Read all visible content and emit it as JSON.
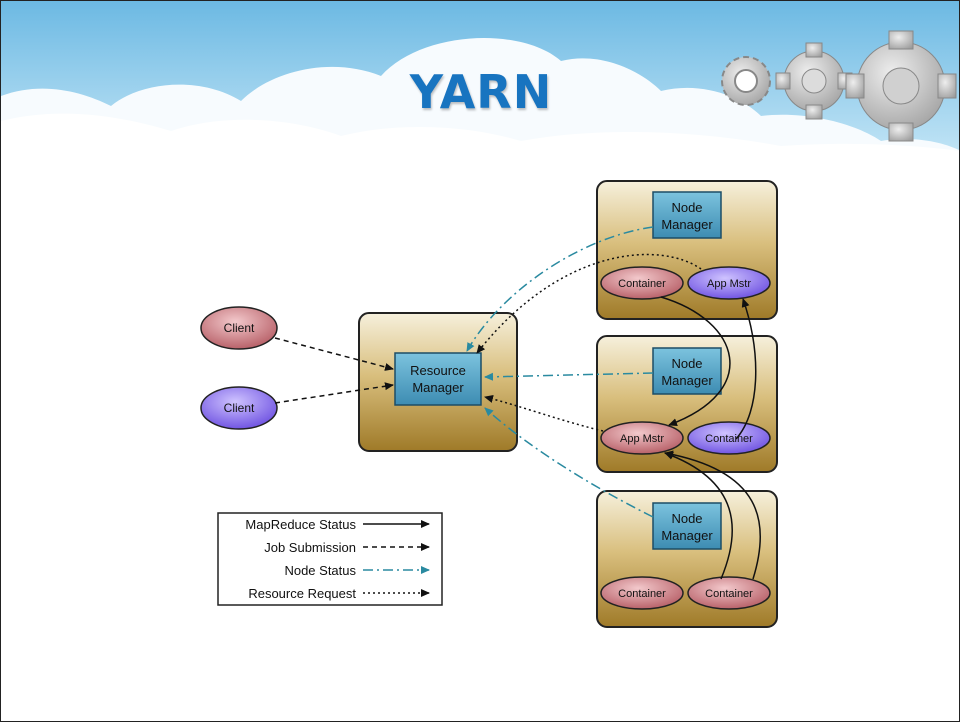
{
  "title": "YARN",
  "colors": {
    "title": "#1874c0",
    "node_box_top": "#f3ecd8",
    "node_box_bottom": "#a8812c",
    "manager_box": "#4a9cc0",
    "client_red": "#c8727a",
    "client_blue": "#7b5ee8",
    "node_status_arrow": "#2a8aa0"
  },
  "resource_manager": {
    "line1": "Resource",
    "line2": "Manager"
  },
  "node_manager": {
    "line1": "Node",
    "line2": "Manager"
  },
  "clients": [
    "Client",
    "Client"
  ],
  "nodes": [
    {
      "left": "Container",
      "right": "App Mstr"
    },
    {
      "left": "App Mstr",
      "right": "Container"
    },
    {
      "left": "Container",
      "right": "Container"
    }
  ],
  "legend": [
    "MapReduce Status",
    "Job Submission",
    "Node Status",
    "Resource Request"
  ],
  "icons": [
    "cloud-banner",
    "gear-icon"
  ]
}
